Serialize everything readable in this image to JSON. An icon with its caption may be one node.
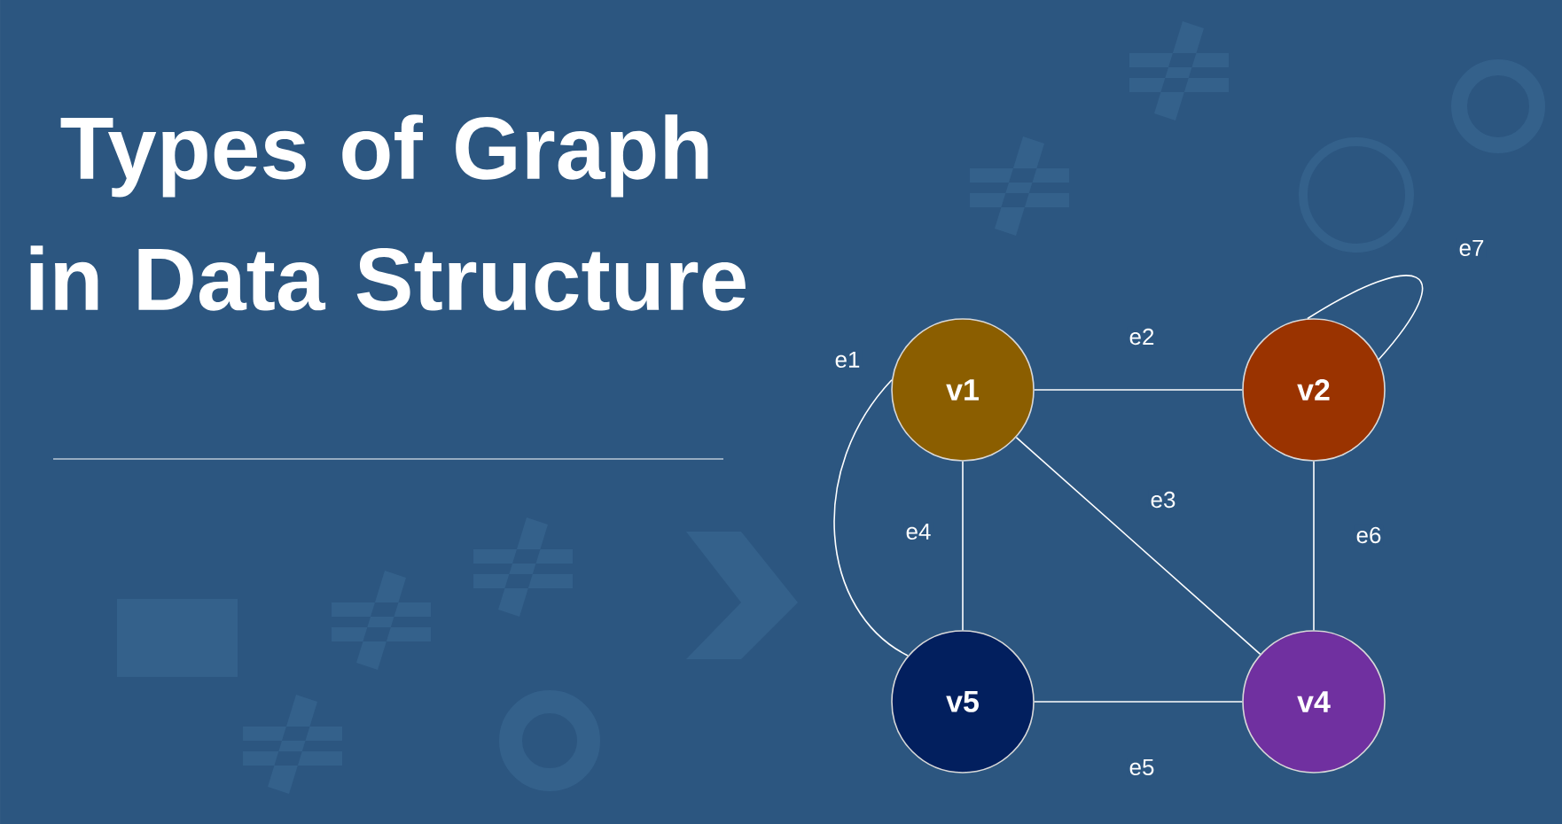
{
  "diagram": {
    "title": "Types of Graph in Data Structure",
    "nodes": [
      {
        "text": [
          "v1"
        ]
      },
      {
        "text": [
          "v2"
        ]
      },
      {
        "text": [
          "v4"
        ]
      },
      {
        "text": [
          "v5"
        ]
      }
    ],
    "edges": [
      {
        "from": 0,
        "to": 3,
        "arrow": "none",
        "label": "e1"
      },
      {
        "from": 0,
        "to": 1,
        "arrow": "none",
        "label": "e2"
      },
      {
        "from": 0,
        "to": 2,
        "arrow": "none",
        "label": "e3"
      },
      {
        "from": 0,
        "to": 3,
        "arrow": "none",
        "label": "e4"
      },
      {
        "from": 3,
        "to": 2,
        "arrow": "none",
        "label": "e5"
      },
      {
        "from": 1,
        "to": 2,
        "arrow": "none",
        "label": "e6"
      },
      {
        "from": 1,
        "to": 1,
        "arrow": "none",
        "label": "e7"
      }
    ]
  }
}
